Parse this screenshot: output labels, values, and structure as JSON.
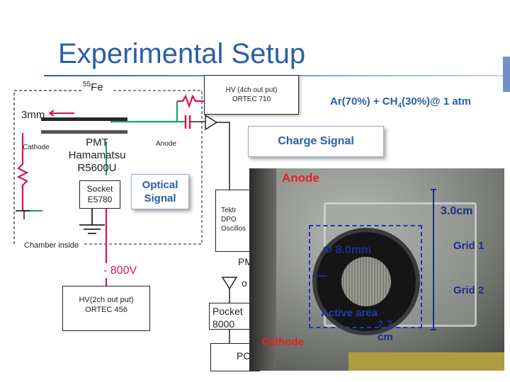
{
  "title": "Experimental Setup",
  "source": {
    "mass": "55",
    "element": "Fe"
  },
  "gap_label": "3mm",
  "cathode_label": "Cathode",
  "anode_label": "Anode",
  "pmt": {
    "line1": "PMT",
    "line2": "Hamamatsu",
    "line3": "R5600U"
  },
  "socket": {
    "line1": "Socket",
    "line2": "E5780"
  },
  "optical_signal": {
    "line1": "Optical",
    "line2": "Signal"
  },
  "chamber_inside": "Chamber inside",
  "hv_top": {
    "line1": "HV (4ch out put)",
    "line2": "ORTEC 710"
  },
  "gas": {
    "prefix": "Ar(70%) + CH",
    "sub": "4",
    "suffix": "(30%)@ 1 atm"
  },
  "charge_signal": "Charge Signal",
  "scope_partial": {
    "line1": "Tektr",
    "line2": "DPO",
    "line3": "Oscillos"
  },
  "neg_voltage": "- 800V",
  "hv_bottom": {
    "line1": "HV(2ch out put)",
    "line2": "ORTEC 456"
  },
  "pm_partial": "PM",
  "o_partial": "o",
  "pocket_partial": {
    "line1": "Pocket",
    "line2": "8000"
  },
  "pc_partial": "PC",
  "photo": {
    "anode": "Anode",
    "width_label": "3.0cm",
    "diameter_label": "Φ 8.0mm",
    "grid1": "Grid 1",
    "grid2": "Grid 2",
    "active_area": "Active area",
    "active_value": "2.7",
    "active_unit": "cm",
    "cathode": "Cathode"
  },
  "colors": {
    "title": "#2a5ea8",
    "wire_red": "#e0114f",
    "wire_green": "#19a463",
    "label_red": "#e82020",
    "label_blue": "#1d2f8a"
  }
}
